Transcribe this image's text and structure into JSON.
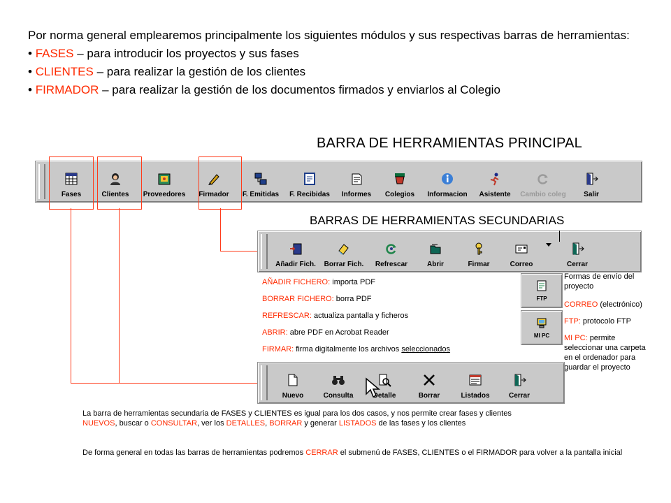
{
  "intro": {
    "line1": "Por norma general emplearemos principalmente los siguientes módulos y sus respectivas barras de herramientas:",
    "bullets": [
      {
        "bullet": "•",
        "key": "FASES",
        "rest": "– para introducir los proyectos y sus fases"
      },
      {
        "bullet": "•",
        "key": "CLIENTES",
        "rest": "– para realizar la gestión de los clientes"
      },
      {
        "bullet": "•",
        "key": "FIRMADOR",
        "rest": "– para realizar la gestión de los documentos firmados y enviarlos al Colegio"
      }
    ]
  },
  "main_heading": "BARRA DE HERRAMIENTAS PRINCIPAL",
  "main_toolbar": [
    {
      "label": "Fases",
      "icon": "grid-table-icon"
    },
    {
      "label": "Clientes",
      "icon": "people-icon"
    },
    {
      "label": "Proveedores",
      "icon": "supplier-icon"
    },
    {
      "label": "Firmador",
      "icon": "signature-pen-icon"
    },
    {
      "label": "F. Emitidas",
      "icon": "invoice-out-icon"
    },
    {
      "label": "F. Recibidas",
      "icon": "invoice-in-icon"
    },
    {
      "label": "Informes",
      "icon": "report-icon"
    },
    {
      "label": "Colegios",
      "icon": "college-icon"
    },
    {
      "label": "Informacion",
      "icon": "info-icon"
    },
    {
      "label": "Asistente",
      "icon": "running-man-icon"
    },
    {
      "label": "Cambio coleg",
      "icon": "refresh-icon"
    },
    {
      "label": "Salir",
      "icon": "exit-door-icon"
    }
  ],
  "secondary_heading": "BARRAS DE HERRAMIENTAS SECUNDARIAS",
  "firmador_toolbar": [
    {
      "label": "Añadir Fich.",
      "icon": "add-file-icon"
    },
    {
      "label": "Borrar Fich.",
      "icon": "erase-file-icon"
    },
    {
      "label": "Refrescar",
      "icon": "refresh-icon"
    },
    {
      "label": "Abrir",
      "icon": "open-folder-icon"
    },
    {
      "label": "Firmar",
      "icon": "key-icon"
    },
    {
      "label": "Correo",
      "icon": "mail-icon"
    },
    {
      "label": "",
      "icon": "dropdown-arrow-icon"
    },
    {
      "label": "Cerrar",
      "icon": "exit-door-icon"
    }
  ],
  "firmador_desc": [
    {
      "key": "AÑADIR FICHERO:",
      "text": "importa PDF"
    },
    {
      "key": "BORRAR FICHERO:",
      "text": "borra PDF"
    },
    {
      "key": "REFRESCAR:",
      "text": "actualiza pantalla y ficheros"
    },
    {
      "key": "ABRIR:",
      "text": "abre PDF en Acrobat Reader"
    },
    {
      "key": "FIRMAR:",
      "text": "firma digitalmente los archivos",
      "underlined": "seleccionados"
    }
  ],
  "send_options": {
    "buttons": [
      {
        "label": "FTP",
        "icon": "ftp-icon"
      },
      {
        "label": "MI PC",
        "icon": "my-pc-icon"
      }
    ],
    "title": "Formas de envío del proyecto",
    "items": [
      {
        "key": "CORREO",
        "text": "(electrónico)"
      },
      {
        "key": "FTP:",
        "text": "protocolo FTP"
      },
      {
        "key": "MI PC:",
        "text": "permite seleccionar una carpeta en el ordenador para guardar el proyecto"
      }
    ]
  },
  "fases_toolbar": [
    {
      "label": "Nuevo",
      "icon": "new-document-icon"
    },
    {
      "label": "Consulta",
      "icon": "binoculars-icon"
    },
    {
      "label": "Detalle",
      "icon": "magnifier-document-icon"
    },
    {
      "label": "Borrar",
      "icon": "delete-x-icon"
    },
    {
      "label": "Listados",
      "icon": "listing-icon"
    },
    {
      "label": "Cerrar",
      "icon": "exit-door-icon"
    }
  ],
  "note1": {
    "t1": "La barra de herramientas secundaria de FASES y CLIENTES es igual para los dos casos, y nos permite crear fases y clientes",
    "k1": "NUEVOS",
    "t2": ", buscar o",
    "k2": "CONSULTAR",
    "t3": ", ver los",
    "k3": "DETALLES",
    "t4": ",",
    "k4": "BORRAR",
    "t5": "y generar",
    "k5": "LISTADOS",
    "t6": "de las fases y los clientes"
  },
  "note2": {
    "t1": "De forma general en todas las barras de herramientas podremos",
    "k1": "CERRAR",
    "t2": "el submenú de FASES, CLIENTES o el FIRMADOR para volver a la pantalla inicial"
  },
  "colors": {
    "accent_red": "#ff2a00",
    "toolbar_gray": "#c9c9c9",
    "highlight_border": "#ff3b1a"
  }
}
